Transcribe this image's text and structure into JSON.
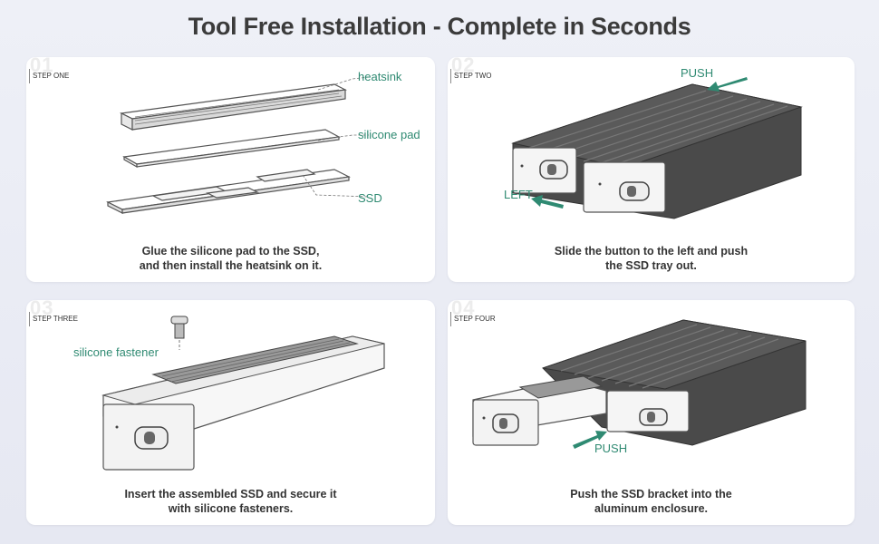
{
  "title": "Tool Free Installation - Complete in Seconds",
  "colors": {
    "accent": "#2f8a72",
    "card_bg": "#ffffff",
    "page_bg": "#eaecf4"
  },
  "cards": [
    {
      "step_num": "01",
      "step_label": "STEP ONE",
      "callouts": [
        "heatsink",
        "silicone pad",
        "SSD"
      ],
      "caption": [
        "Glue the silicone pad to the SSD,",
        "and then install the heatsink on it."
      ]
    },
    {
      "step_num": "02",
      "step_label": "STEP TWO",
      "callouts": [
        "PUSH",
        "LEFT"
      ],
      "caption": [
        "Slide the button to the left and push",
        "the SSD tray out."
      ]
    },
    {
      "step_num": "03",
      "step_label": "STEP THREE",
      "callouts": [
        "silicone fastener"
      ],
      "caption": [
        "Insert the assembled SSD and secure it",
        "with silicone fasteners."
      ]
    },
    {
      "step_num": "04",
      "step_label": "STEP FOUR",
      "callouts": [
        "PUSH"
      ],
      "caption": [
        "Push the SSD bracket into the",
        "aluminum enclosure."
      ]
    }
  ]
}
